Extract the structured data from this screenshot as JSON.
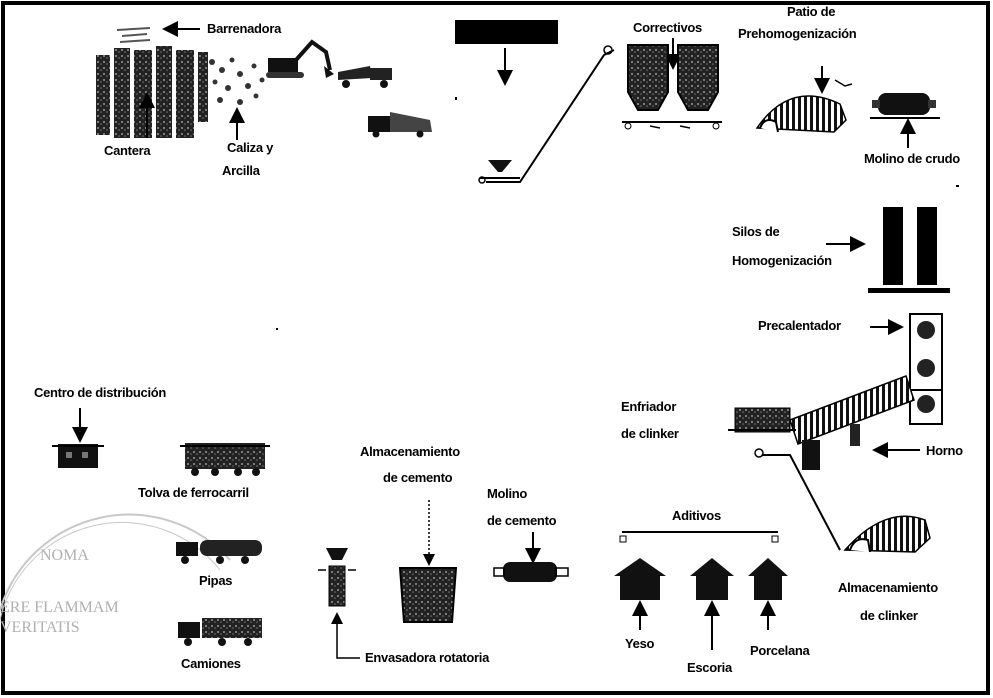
{
  "labels": {
    "barrenadora": "Barrenadora",
    "cantera": "Cantera",
    "caliza_line1": "Caliza y",
    "caliza_line2": "Arcilla",
    "correctivos": "Correctivos",
    "patio_line1": "Patio de",
    "patio_line2": "Prehomogenización",
    "molino_crudo": "Molino de crudo",
    "silos_line1": "Silos de",
    "silos_line2": "Homogenización",
    "precalentador": "Precalentador",
    "enfriador_line1": "Enfriador",
    "enfriador_line2": "de clinker",
    "horno": "Horno",
    "centro": "Centro de distribución",
    "tolva": "Tolva de ferrocarril",
    "pipas": "Pipas",
    "camiones": "Camiones",
    "alm_cemento_line1": "Almacenamiento",
    "alm_cemento_line2": "de cemento",
    "molino_cemento_line1": "Molino",
    "molino_cemento_line2": "de cemento",
    "aditivos": "Aditivos",
    "yeso": "Yeso",
    "escoria": "Escoria",
    "porcelana": "Porcelana",
    "alm_clinker_line1": "Almacenamiento",
    "alm_clinker_line2": "de clinker",
    "envasadora": "Envasadora rotatoria"
  },
  "watermark": {
    "line1": "NOMA",
    "line2": "ERE FLAMMAM",
    "line3": "VERITATIS"
  },
  "colors": {
    "ink": "#000000",
    "gray_dark": "#333333",
    "gray_mid": "#777777",
    "watermark": "#b0b0b0"
  }
}
